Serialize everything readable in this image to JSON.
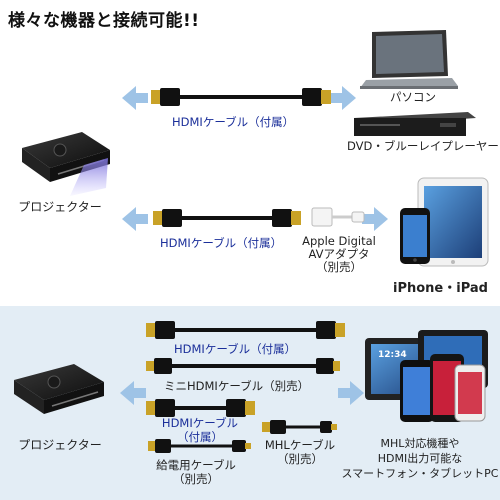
{
  "title": "様々な機器と接続可能!!",
  "colors": {
    "bottom_panel": "#e3edf5",
    "arrow": "#9ec3e6",
    "label_blue": "#1b2f9a",
    "cable": "#111111"
  },
  "section_top": {
    "projector_label": "プロジェクター",
    "row1": {
      "cable_label": "HDMIケーブル（付属）",
      "devices": [
        {
          "icon": "laptop-icon",
          "label": "パソコン"
        },
        {
          "icon": "bluray-player-icon",
          "label": "DVD・ブルーレイプレーヤー"
        }
      ]
    },
    "row2": {
      "cable_label": "HDMIケーブル（付属）",
      "adapter_label_line1": "Apple Digital",
      "adapter_label_line2": "AVアダプタ",
      "adapter_label_line3": "（別売）",
      "device_icons": [
        "ipad-icon",
        "iphone-icon"
      ],
      "device_label": "iPhone・iPad"
    }
  },
  "section_bottom": {
    "projector_label": "プロジェクター",
    "cable1_label": "HDMIケーブル（付属）",
    "cable2_label": "ミニHDMIケーブル（別売）",
    "cable3_label_line1": "HDMIケーブル",
    "cable3_label_line2": "（付属）",
    "mhl_label_line1": "MHLケーブル",
    "mhl_label_line2": "（別売）",
    "power_label_line1": "給電用ケーブル",
    "power_label_line2": "（別売）",
    "device_icons": [
      "tablet-icon",
      "smartphone-icon"
    ],
    "device_label_line1": "MHL対応機種や",
    "device_label_line2": "HDMI出力可能な",
    "device_label_line3": "スマートフォン・タブレットPC",
    "tablet_clock": "12:34"
  }
}
